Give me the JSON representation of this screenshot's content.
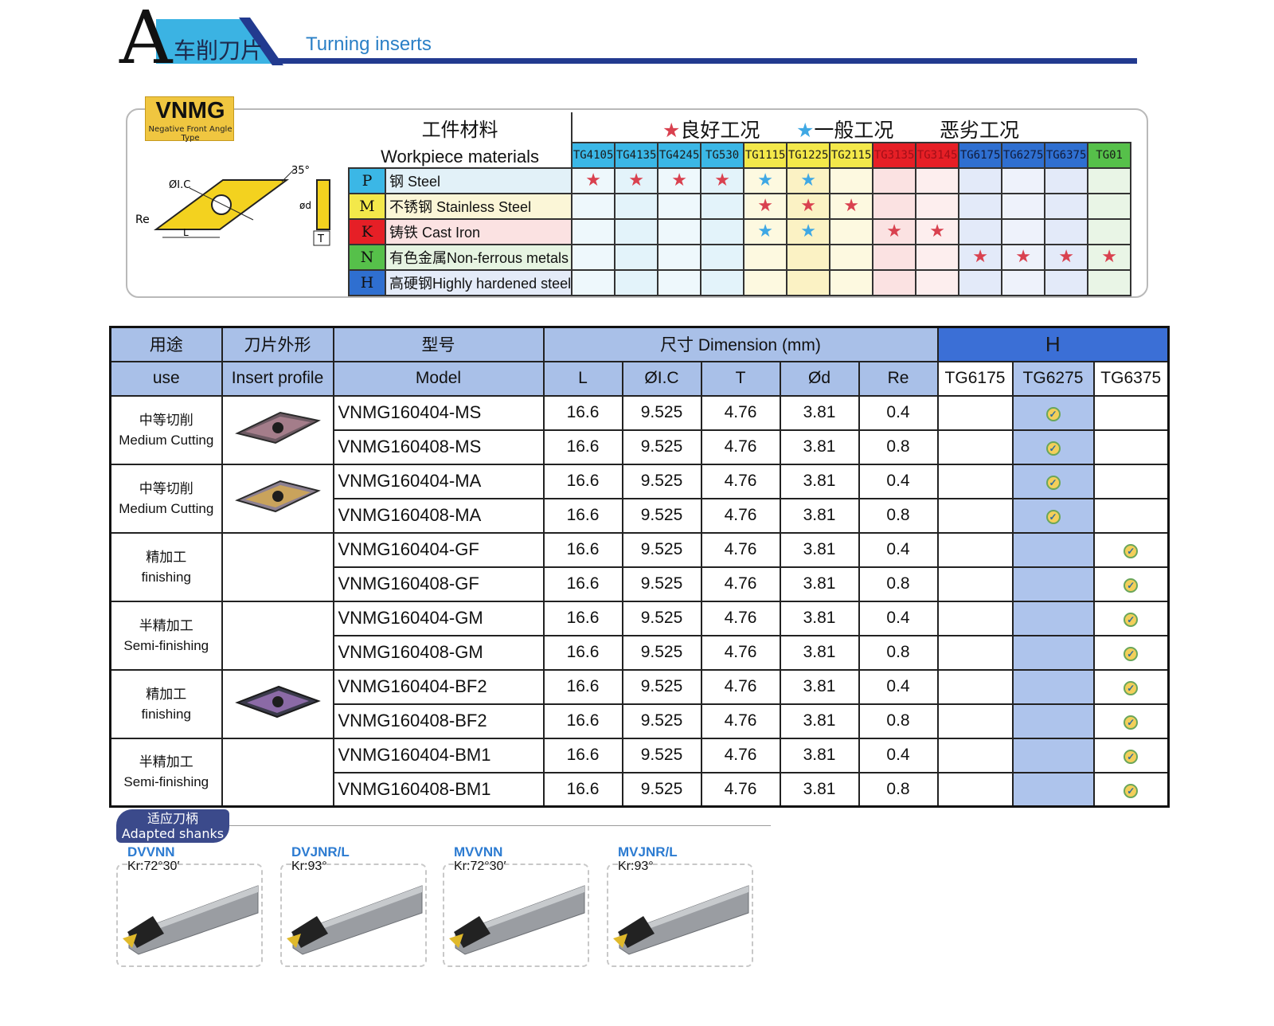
{
  "header": {
    "letter": "A",
    "title_cn": "车削刀片",
    "title_en": "Turning inserts",
    "colors": {
      "band_light": "#3bb3e3",
      "band_dark": "#223a8f"
    }
  },
  "insert_card": {
    "name": "VNMG",
    "subtitle": "Negative Front Angle Type",
    "labels": {
      "ic": "ØI.C",
      "angle": "35°",
      "d": "ød",
      "re": "Re",
      "l": "L",
      "t": "T"
    }
  },
  "materials": {
    "header_cn": "工件材料",
    "header_en": "Workpiece materials",
    "legend_good": "良好工况",
    "legend_general": "一般工况",
    "legend_bad": "恶劣工况",
    "grades": [
      {
        "code": "TG4105",
        "color": "#3bb7e6"
      },
      {
        "code": "TG4135",
        "color": "#3bb7e6"
      },
      {
        "code": "TG4245",
        "color": "#3bb7e6"
      },
      {
        "code": "TG530",
        "color": "#3bb7e6"
      },
      {
        "code": "TG1115",
        "color": "#f3e84a"
      },
      {
        "code": "TG1225",
        "color": "#f3e84a"
      },
      {
        "code": "TG2115",
        "color": "#f3e84a"
      },
      {
        "code": "TG3135",
        "color": "#e61f26"
      },
      {
        "code": "TG3145",
        "color": "#e61f26"
      },
      {
        "code": "TG6175",
        "color": "#2f6fd0"
      },
      {
        "code": "TG6275",
        "color": "#2f6fd0"
      },
      {
        "code": "TG6375",
        "color": "#2f6fd0"
      },
      {
        "code": "TG01",
        "color": "#56c04a"
      }
    ],
    "rows": [
      {
        "letter": "P",
        "letter_color": "#3bb7e6",
        "name": "钢  Steel",
        "row_color": "#e2f1f8",
        "marks": [
          "r",
          "r",
          "r",
          "r",
          "b",
          "b",
          "",
          "",
          "",
          "",
          "",
          "",
          ""
        ]
      },
      {
        "letter": "M",
        "letter_color": "#f3e84a",
        "name": "不锈钢 Stainless Steel",
        "row_color": "#fbf6d7",
        "marks": [
          "",
          "",
          "",
          "",
          "r",
          "r",
          "r",
          "",
          "",
          "",
          "",
          "",
          ""
        ]
      },
      {
        "letter": "K",
        "letter_color": "#e61f26",
        "name": "铸铁 Cast Iron",
        "row_color": "#fbe2e2",
        "marks": [
          "",
          "",
          "",
          "",
          "b",
          "b",
          "",
          "r",
          "r",
          "",
          "",
          "",
          ""
        ]
      },
      {
        "letter": "N",
        "letter_color": "#56c04a",
        "name": "有色金属Non-ferrous metals",
        "row_color": "#e6f4e2",
        "marks": [
          "",
          "",
          "",
          "",
          "",
          "",
          "",
          "",
          "",
          "r",
          "r",
          "r",
          "r"
        ]
      },
      {
        "letter": "H",
        "letter_color": "#2f6fd0",
        "name": "高硬钢Highly hardened steel",
        "row_color": "#e4ebf8",
        "marks": [
          "",
          "",
          "",
          "",
          "",
          "",
          "",
          "",
          "",
          "",
          "",
          "",
          ""
        ]
      }
    ],
    "star_glyph": "★",
    "col_tints": [
      "#eef8fc",
      "#e3f3fa",
      "#eef8fc",
      "#e3f3fa",
      "#fdf9e0",
      "#fbf2c4",
      "#fdf9e0",
      "#fbe2e2",
      "#fdeeee",
      "#e3eaf9",
      "#eef2fb",
      "#e3eaf9",
      "#e9f5e6"
    ]
  },
  "main": {
    "headers": {
      "use_cn": "用途",
      "use_en": "use",
      "profile_cn": "刀片外形",
      "profile_en": "Insert profile",
      "model_cn": "型号",
      "model_en": "Model",
      "dimension": "尺寸 Dimension (mm)",
      "group": "H",
      "dims": [
        "L",
        "ØI.C",
        "T",
        "Ød",
        "Re"
      ],
      "grades": [
        "TG6175",
        "TG6275",
        "TG6375"
      ]
    },
    "check_glyph": "✓",
    "groups": [
      {
        "use_cn": "中等切削",
        "use_en": "Medium Cutting",
        "profile": "ms",
        "rows": [
          {
            "model": "VNMG160404-MS",
            "L": "16.6",
            "IC": "9.525",
            "T": "4.76",
            "d": "3.81",
            "Re": "0.4",
            "grade": 1
          },
          {
            "model": "VNMG160408-MS",
            "L": "16.6",
            "IC": "9.525",
            "T": "4.76",
            "d": "3.81",
            "Re": "0.8",
            "grade": 1
          }
        ]
      },
      {
        "use_cn": "中等切削",
        "use_en": "Medium Cutting",
        "profile": "ma",
        "rows": [
          {
            "model": "VNMG160404-MA",
            "L": "16.6",
            "IC": "9.525",
            "T": "4.76",
            "d": "3.81",
            "Re": "0.4",
            "grade": 1
          },
          {
            "model": "VNMG160408-MA",
            "L": "16.6",
            "IC": "9.525",
            "T": "4.76",
            "d": "3.81",
            "Re": "0.8",
            "grade": 1
          }
        ]
      },
      {
        "use_cn": "精加工",
        "use_en": "finishing",
        "profile": "",
        "rows": [
          {
            "model": "VNMG160404-GF",
            "L": "16.6",
            "IC": "9.525",
            "T": "4.76",
            "d": "3.81",
            "Re": "0.4",
            "grade": 2
          },
          {
            "model": "VNMG160408-GF",
            "L": "16.6",
            "IC": "9.525",
            "T": "4.76",
            "d": "3.81",
            "Re": "0.8",
            "grade": 2
          }
        ]
      },
      {
        "use_cn": "半精加工",
        "use_en": "Semi-finishing",
        "profile": "",
        "rows": [
          {
            "model": "VNMG160404-GM",
            "L": "16.6",
            "IC": "9.525",
            "T": "4.76",
            "d": "3.81",
            "Re": "0.4",
            "grade": 2
          },
          {
            "model": "VNMG160408-GM",
            "L": "16.6",
            "IC": "9.525",
            "T": "4.76",
            "d": "3.81",
            "Re": "0.8",
            "grade": 2
          }
        ]
      },
      {
        "use_cn": "精加工",
        "use_en": "finishing",
        "profile": "bf",
        "rows": [
          {
            "model": "VNMG160404-BF2",
            "L": "16.6",
            "IC": "9.525",
            "T": "4.76",
            "d": "3.81",
            "Re": "0.4",
            "grade": 2
          },
          {
            "model": "VNMG160408-BF2",
            "L": "16.6",
            "IC": "9.525",
            "T": "4.76",
            "d": "3.81",
            "Re": "0.8",
            "grade": 2
          }
        ]
      },
      {
        "use_cn": "半精加工",
        "use_en": "Semi-finishing",
        "profile": "",
        "rows": [
          {
            "model": "VNMG160404-BM1",
            "L": "16.6",
            "IC": "9.525",
            "T": "4.76",
            "d": "3.81",
            "Re": "0.4",
            "grade": 2
          },
          {
            "model": "VNMG160408-BM1",
            "L": "16.6",
            "IC": "9.525",
            "T": "4.76",
            "d": "3.81",
            "Re": "0.8",
            "grade": 2
          }
        ]
      }
    ]
  },
  "shanks": {
    "title_cn": "适应刀柄",
    "title_en": "Adapted shanks",
    "items": [
      {
        "name": "DVVNN",
        "kr": "Kr:72°30′"
      },
      {
        "name": "DVJNR/L",
        "kr": "Kr:93°"
      },
      {
        "name": "MVVNN",
        "kr": "Kr:72°30′"
      },
      {
        "name": "MVJNR/L",
        "kr": "Kr:93°"
      }
    ]
  }
}
